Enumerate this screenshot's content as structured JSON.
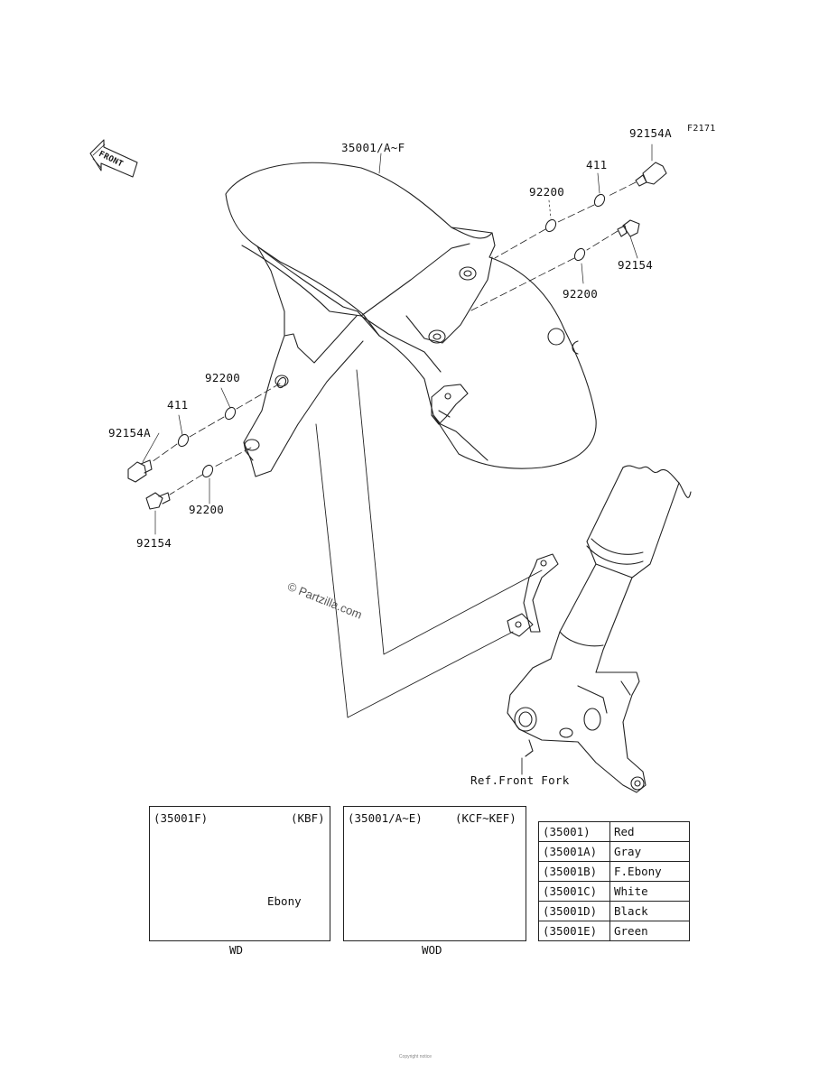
{
  "diagram": {
    "figure_code": "F2171",
    "front_label": "FRONT",
    "watermark": "© Partzilla.com",
    "footer_text": "Copyright notice",
    "parts": {
      "fender": "35001/A~F",
      "bolt_a_right": "92154A",
      "washer_411_right": "411",
      "washer_92200_right_upper": "92200",
      "bolt_right": "92154",
      "washer_92200_right_lower": "92200",
      "washer_92200_left_upper": "92200",
      "washer_411_left": "411",
      "bolt_a_left": "92154A",
      "washer_92200_left_lower": "92200",
      "bolt_left": "92154",
      "ref_front_fork": "Ref.Front Fork"
    },
    "inset_left": {
      "code": "(35001F)",
      "models": "(KBF)",
      "callout": "Ebony",
      "caption": "WD"
    },
    "inset_right": {
      "code": "(35001/A~E)",
      "models": "(KCF~KEF)",
      "caption": "WOD"
    },
    "color_table": [
      {
        "code": "(35001)",
        "color": "Red"
      },
      {
        "code": "(35001A)",
        "color": "Gray"
      },
      {
        "code": "(35001B)",
        "color": "F.Ebony"
      },
      {
        "code": "(35001C)",
        "color": "White"
      },
      {
        "code": "(35001D)",
        "color": "Black"
      },
      {
        "code": "(35001E)",
        "color": "Green"
      }
    ]
  }
}
